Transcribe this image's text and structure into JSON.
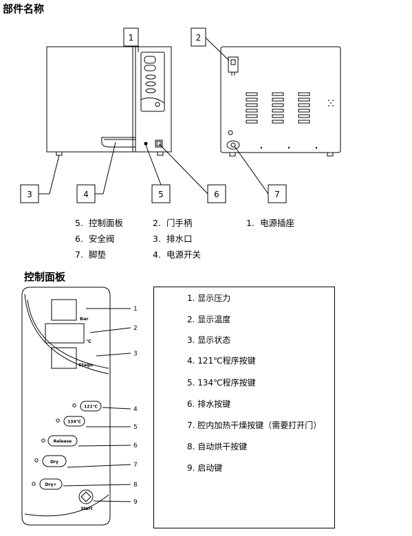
{
  "section1": {
    "title": "部件名称",
    "callouts": [
      "1",
      "2",
      "3",
      "4",
      "5",
      "6",
      "7"
    ],
    "legend": [
      [
        {
          "num": "5.",
          "label": "控制面板"
        },
        {
          "num": "2.",
          "label": "门手柄"
        },
        {
          "num": "1.",
          "label": "电源插座"
        }
      ],
      [
        {
          "num": "6.",
          "label": "安全阀"
        },
        {
          "num": "3.",
          "label": "排水口"
        }
      ],
      [
        {
          "num": "7.",
          "label": "脚垫"
        },
        {
          "num": "4.",
          "label": "电源开关"
        }
      ]
    ]
  },
  "section2": {
    "title": "控制面板",
    "panel": {
      "bar_label": "Bar",
      "temp_label": "℃",
      "stage_label": "Stage",
      "buttons": [
        "121℃",
        "134℃",
        "Release",
        "Dry",
        "Dry+"
      ],
      "start_label": "Start",
      "callouts": [
        "1",
        "2",
        "3",
        "4",
        "5",
        "6",
        "7",
        "8",
        "9"
      ]
    },
    "items": [
      "1.  显示压力",
      "2. 显示温度",
      "3. 显示状态",
      "4. 121℃程序按键",
      "5. 134℃程序按键",
      "6. 排水按键",
      "7. 腔内加热干燥按键（需要打开门）",
      "8. 自动烘干按键",
      "9. 启动键"
    ]
  }
}
